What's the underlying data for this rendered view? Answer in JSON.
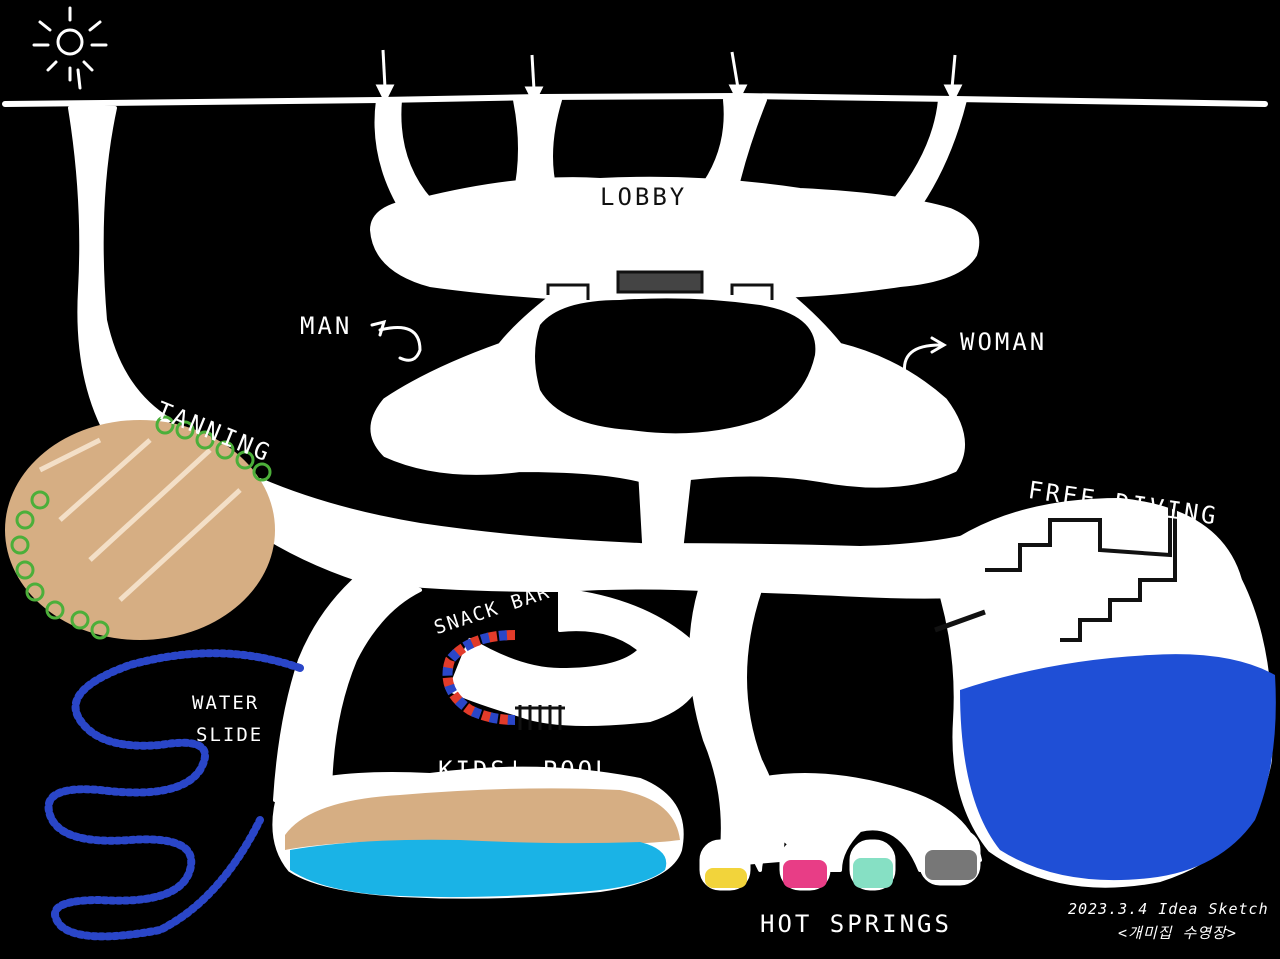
{
  "labels": {
    "lobby": "LOBBY",
    "man": "MAN",
    "woman": "WOMAN",
    "tanning": "TANNING",
    "free_diving": "FREE DIVING",
    "snack_bar": "SNACK BAR & RENTAL",
    "water_slide_1": "WATER",
    "water_slide_2": "SLIDE",
    "kids_pool": "KIDS' POOL",
    "hot_springs": "HOT SPRINGS"
  },
  "signature": {
    "date": "2023.3.4 Idea Sketch",
    "title": "<개미집 수영장>"
  },
  "colors": {
    "background": "#000000",
    "chalk": "#ffffff",
    "sand": "#d6ae83",
    "pool_blue": "#1f4fd6",
    "kids_water": "#1ab3e6",
    "tanning_bush": "#4caf3a",
    "snack_red": "#e23b2a",
    "snack_blue": "#2a46c8",
    "spring_yellow": "#f2d43b",
    "spring_pink": "#e83d86",
    "spring_mint": "#86e0c4",
    "spring_gray": "#777777"
  },
  "icons": [
    "sun-icon",
    "arrow-down-icon",
    "arrow-curved-icon"
  ]
}
